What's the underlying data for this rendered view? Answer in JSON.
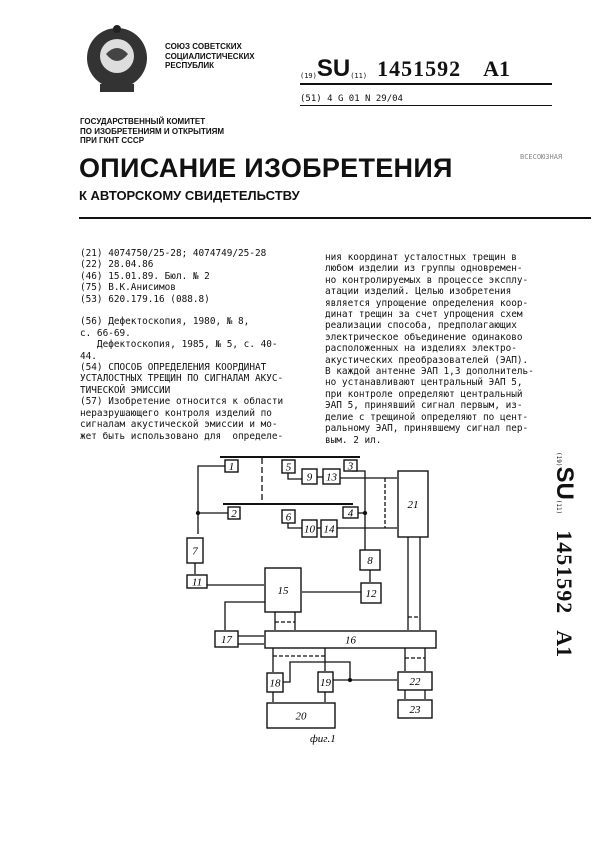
{
  "header": {
    "emblem": "USSR state emblem",
    "union_lines": [
      "СОЮЗ СОВЕТСКИХ",
      "СОЦИАЛИСТИЧЕСКИХ",
      "РЕСПУБЛИК"
    ],
    "committee_lines": [
      "ГОСУДАРСТВЕННЫЙ КОМИТЕТ",
      "ПО ИЗОБРЕТЕНИЯМ И ОТКРЫТИЯМ",
      "ПРИ ГКНТ СССР"
    ],
    "country_code_label": "(19)",
    "country": "SU",
    "number_label": "(11)",
    "number": "1451592",
    "kind": "A1",
    "ipc_label": "(51) 4",
    "ipc": "G 01 N 29/04",
    "title": "ОПИСАНИЕ ИЗОБРЕТЕНИЯ",
    "subtitle": "К АВТОРСКОМУ СВИДЕТЕЛЬСТВУ",
    "corner_mark": "ВСЕСОЮЗНАЯ"
  },
  "biblio": [
    "(21) 4074750/25-28; 4074749/25-28",
    "(22) 28.04.86",
    "(46) 15.01.89. Бюл. № 2",
    "(75) В.К.Анисимов",
    "(53) 620.179.16 (088.8)",
    "",
    "(56) Дефектоскопия, 1980, № 8,",
    "с. 66-69.",
    "   Дефектоскопия, 1985, № 5, с. 40-",
    "44.",
    "(54) СПОСОБ ОПРЕДЕЛЕНИЯ КООРДИНАТ",
    "УСТАЛОСТНЫХ ТРЕЩИН ПО СИГНАЛАМ АКУС-",
    "ТИЧЕСКОЙ ЭМИССИИ",
    "(57) Изобретение относится к области",
    "неразрушающего контроля изделий по",
    "сигналам акустической эмиссии и мо-",
    "жет быть использовано для  определе-"
  ],
  "abstract_continued": [
    "ния координат усталостных трещин в",
    "любом изделии из группы одновремен-",
    "но контролируемых в процессе эксплу-",
    "атации изделий. Целью изобретения",
    "является упрощение определения коор-",
    "динат трещин за счет упрощения схем",
    "реализации способа, предполагающих",
    "электрическое объединение одинаково",
    "расположенных на изделиях электро-",
    "акустических преобразователей (ЭАП).",
    "В каждой антенне ЭАП 1,3 дополнитель-",
    "но устанавливают центральный ЭАП 5,",
    "при контроле определяют центральный",
    "ЭАП 5, принявший сигнал первым, из-",
    "делие с трещиной определяют по цент-",
    "ральному ЭАП, принявшему сигнал пер-",
    "вым. 2 ил."
  ],
  "figure": {
    "caption": "фиг.1",
    "blocks": {
      "b1": "1",
      "b2": "2",
      "b3": "3",
      "b4": "4",
      "b5": "5",
      "b6": "6",
      "b7": "7",
      "b8": "8",
      "b9": "9",
      "b10": "10",
      "b11": "11",
      "b12": "12",
      "b13": "13",
      "b14": "14",
      "b15": "15",
      "b16": "16",
      "b17": "17",
      "b18": "18",
      "b19": "19",
      "b20": "20",
      "b21": "21",
      "b22": "22",
      "b23": "23"
    }
  }
}
